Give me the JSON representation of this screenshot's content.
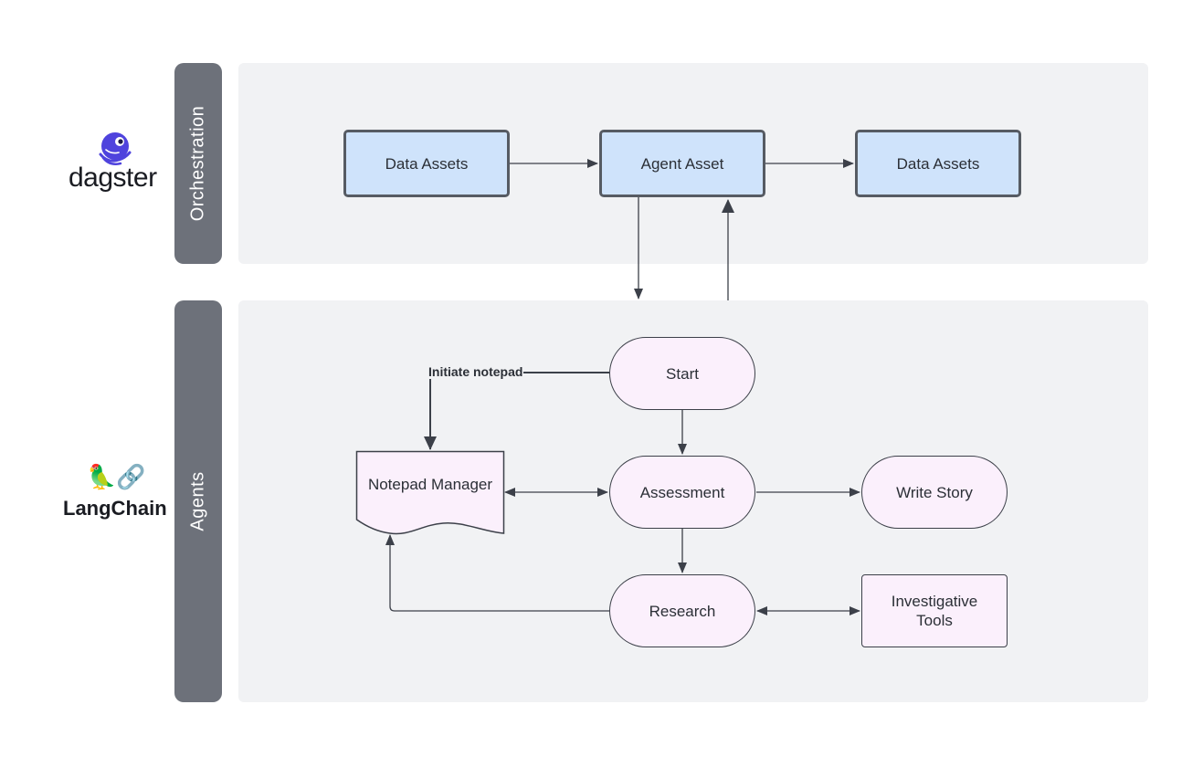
{
  "lanes": {
    "orchestration": {
      "label": "Orchestration"
    },
    "agents": {
      "label": "Agents"
    }
  },
  "brands": {
    "dagster": {
      "name": "dagster",
      "icon": "dagster-octopus-logo",
      "color": "#4f43dd"
    },
    "langchain": {
      "name": "LangChain",
      "icon": "parrot-chain-logo",
      "emoji": "🦜🔗"
    }
  },
  "nodes": {
    "data_assets_in": "Data Assets",
    "agent_asset": "Agent Asset",
    "data_assets_out": "Data Assets",
    "start": "Start",
    "notepad_manager": "Notepad Manager",
    "assessment": "Assessment",
    "write_story": "Write Story",
    "research": "Research",
    "investigative_tools": "Investigative Tools"
  },
  "edge_labels": {
    "initiate_notepad": "Initiate notepad"
  },
  "colors": {
    "asset_fill": "#cfe3fb",
    "agent_fill": "#fbf0fc",
    "lane_bg": "#f1f2f4",
    "lane_header": "#6d717a",
    "line": "#3c4049"
  }
}
